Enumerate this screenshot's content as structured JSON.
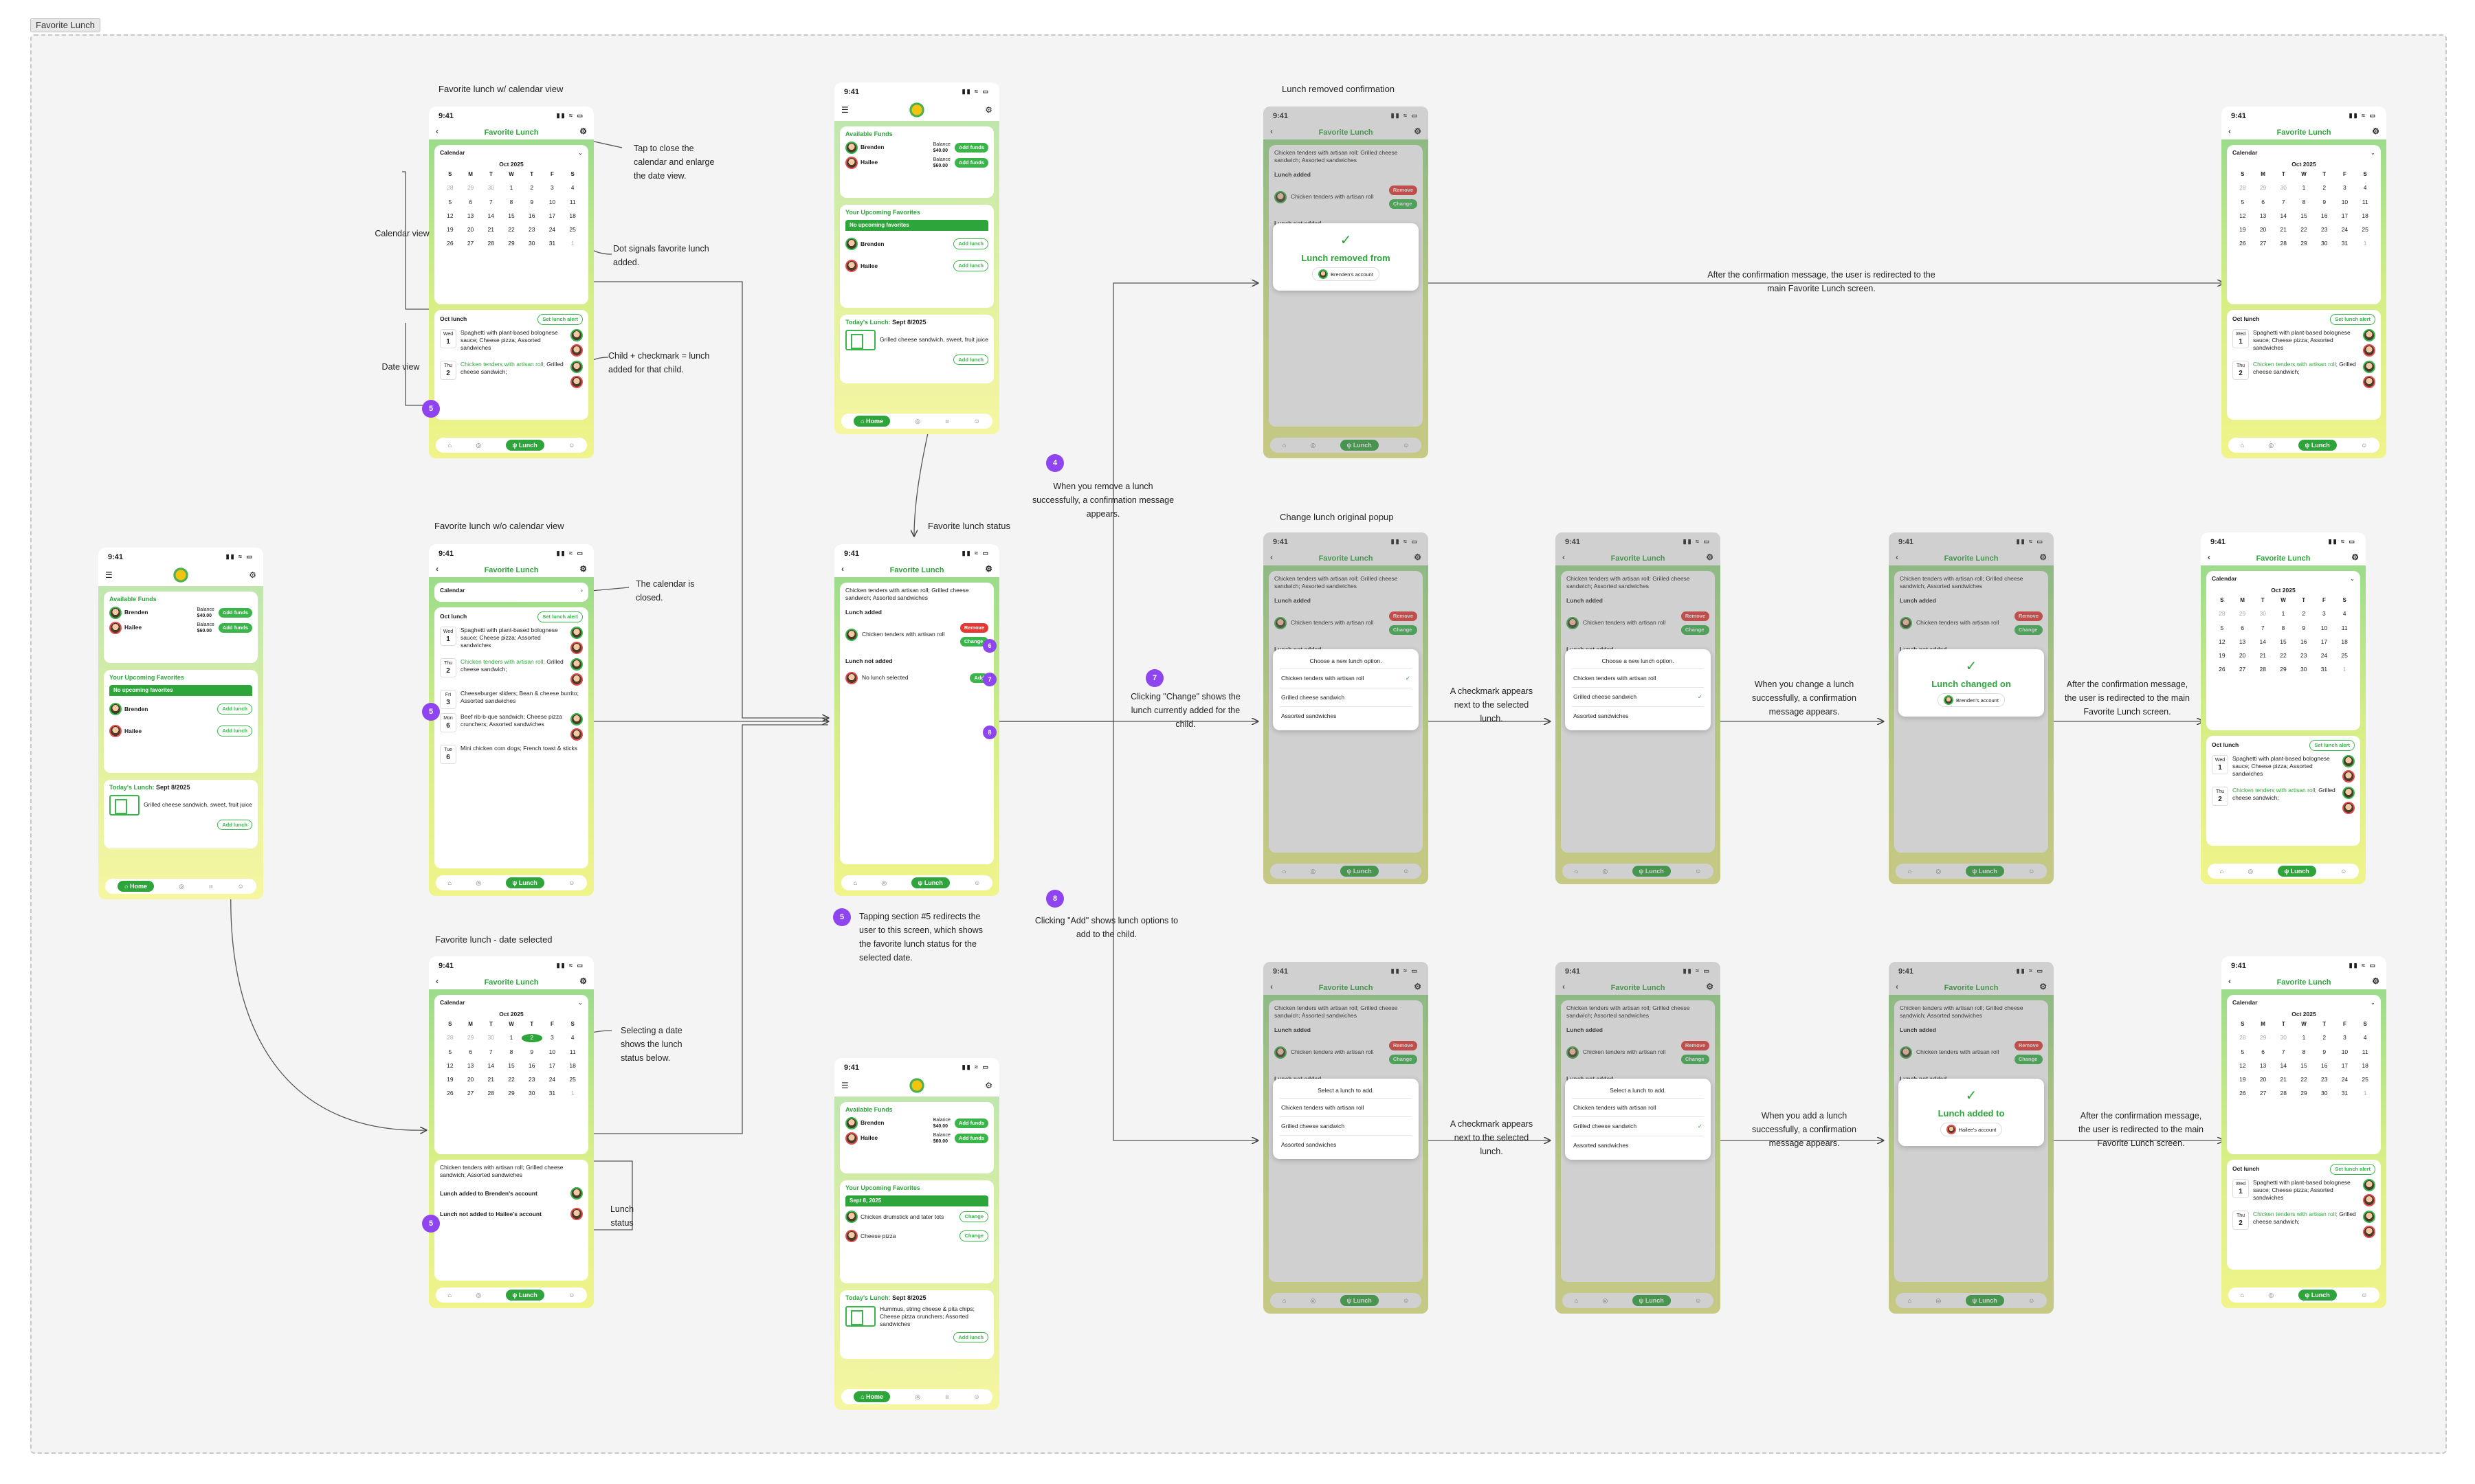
{
  "frame_label": "Favorite Lunch",
  "phone": {
    "time": "9:41",
    "title": "Favorite Lunch",
    "calendar_label": "Calendar",
    "month": "Oct 2025",
    "weekdays": [
      "S",
      "M",
      "T",
      "W",
      "T",
      "F",
      "S"
    ],
    "days": [
      [
        "28",
        "29",
        "30",
        "1",
        "2",
        "3",
        "4"
      ],
      [
        "5",
        "6",
        "7",
        "8",
        "9",
        "10",
        "11"
      ],
      [
        "12",
        "13",
        "14",
        "15",
        "16",
        "17",
        "18"
      ],
      [
        "19",
        "20",
        "21",
        "22",
        "23",
        "24",
        "25"
      ],
      [
        "26",
        "27",
        "28",
        "29",
        "30",
        "31",
        "1"
      ]
    ],
    "oct_lunch": "Oct lunch",
    "set_alert": "Set lunch alert",
    "wed": "Wed",
    "d1": "1",
    "thu": "Thu",
    "d2": "2",
    "fri": "Fri",
    "d3": "3",
    "mon": "Mon",
    "d6": "6",
    "tue": "Tue",
    "lunch1": "Spaghetti with plant-based bolognese sauce; Cheese pizza; Assorted sandwiches",
    "lunch2_hl": "Chicken tenders with artisan roll;",
    "lunch2_rest": "Grilled cheese sandwich;",
    "lunch2_rest_full": "Grilled cheese sandwich; Assorted sandwiches",
    "lunch3": "Cheeseburger sliders; Bean & cheese burrito; Assorted sandwiches",
    "lunch4": "Beef rib-b-que sandwich; Cheese pizza crunchers; Assorted sandwiches",
    "lunch5": "Mini chicken corn dogs; French toast & sticks",
    "daily_menu": "Chicken tenders with artisan roll; Grilled cheese sandwich; Assorted sandwiches",
    "lunch_added": "Lunch added",
    "lunch_not_added": "Lunch not added",
    "remove": "Remove",
    "change": "Change",
    "add": "Add",
    "no_lunch": "No lunch selected",
    "chicken_roll": "Chicken tenders with artisan roll",
    "added_brenden": "Lunch added to Brenden's account",
    "not_added_hailee": "Lunch not added to Hailee's account",
    "nav_lunch": "Lunch",
    "nav_home": "Home"
  },
  "home": {
    "available_funds": "Available Funds",
    "brenden": "Brenden",
    "hailee": "Hailee",
    "balance": "Balance",
    "amount": "$40.00",
    "amount2": "$60.00",
    "add_funds": "Add funds",
    "upcoming": "Your Upcoming Favorites",
    "no_upcoming": "No upcoming favorites",
    "add_lunch": "Add lunch",
    "todays": "Today's Lunch:",
    "date": "Sept 8/2025",
    "today_menu": "Grilled cheese sandwich, sweet, fruit juice",
    "sept8": "Sept 8, 2025",
    "drumstick": "Chicken drumstick and tater tots",
    "cheese_pizza": "Cheese pizza",
    "today_menu2": "Hummus, string cheese & pita chips; Cheese pizza crunchers; Assorted sandwiches"
  },
  "modals": {
    "choose_new": "Choose a new lunch option.",
    "select_add": "Select a lunch to add.",
    "opt1": "Chicken tenders with artisan roll",
    "opt2": "Grilled cheese sandwich",
    "opt3": "Assorted sandwiches",
    "check": "✓",
    "removed": "Lunch removed from",
    "changed": "Lunch changed on",
    "added_to": "Lunch added to",
    "brendens_account": "Brenden's account",
    "hailees_account": "Hailee's account"
  },
  "titles": {
    "t1": "Favorite lunch w/ calendar view",
    "t2": "Favorite lunch w/o calendar view",
    "t3": "Favorite lunch - date selected",
    "t4": "Favorite lunch status",
    "t5": "Lunch removed confirmation",
    "t6": "Change lunch original popup"
  },
  "notes": {
    "tap_close": "Tap to close the calendar and enlarge the date view.",
    "dot": "Dot signals favorite lunch added.",
    "child_check": "Child + checkmark = lunch added for that child.",
    "calendar_view": "Calendar view",
    "date_view": "Date view",
    "cal_closed": "The calendar is closed.",
    "selecting": "Selecting a date shows the lunch status below.",
    "lunch_status": "Lunch status",
    "tapping5": "Tapping section #5 redirects the user to this screen, which shows the favorite lunch status for the selected date.",
    "remove_success": "When you remove a lunch successfully, a confirmation message appears.",
    "after_conf": "After the confirmation message, the user is redirected to the main Favorite Lunch screen.",
    "clicking_change": "Clicking \"Change\" shows the lunch currently added for the child.",
    "clicking_add": "Clicking \"Add\" shows lunch options to add to the child.",
    "checkmark": "A checkmark appears next to the selected lunch.",
    "change_success": "When you change a lunch successfully, a confirmation message appears.",
    "add_success": "When you add a lunch successfully, a confirmation message appears.",
    "after_conf2": "After the confirmation message, the user is redirected to the main Favorite Lunch screen."
  },
  "badges": {
    "b4": "4",
    "b5": "5",
    "b6": "6",
    "b7": "7",
    "b8": "8"
  }
}
